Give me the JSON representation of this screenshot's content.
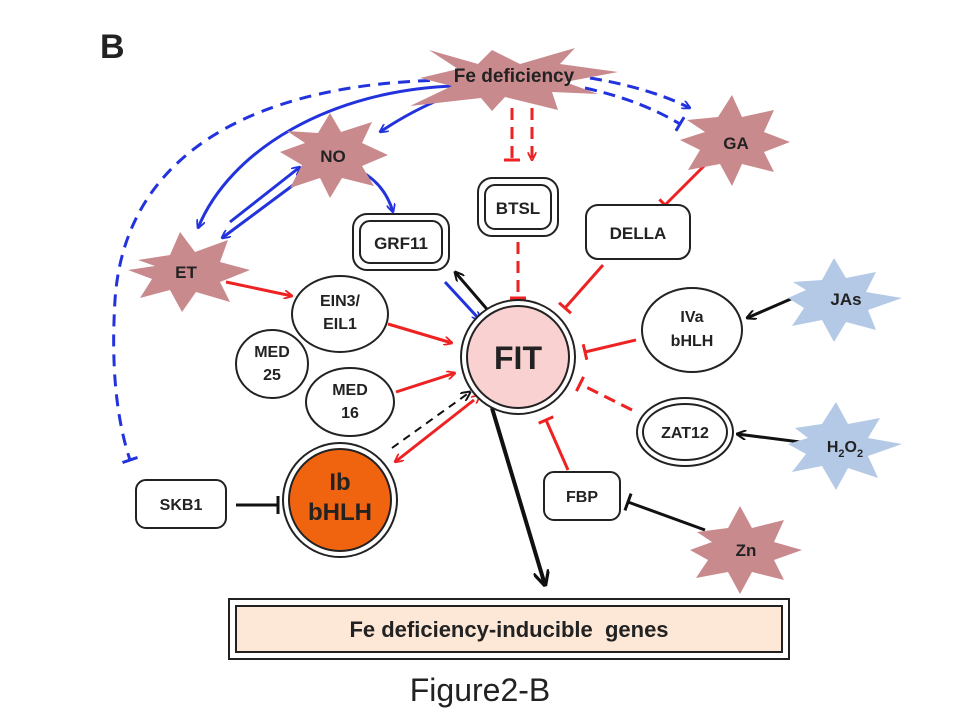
{
  "panel_label": "B",
  "caption": "Figure2-B",
  "signals": {
    "fe_deficiency": "Fe deficiency",
    "no": "NO",
    "et": "ET",
    "ga": "GA",
    "jas": "JAs",
    "h2o2_main": "H",
    "h2o2_sub1": "2",
    "h2o2_mid": "O",
    "h2o2_sub2": "2",
    "zn": "Zn"
  },
  "nodes": {
    "btsl": "BTSL",
    "grf11": "GRF11",
    "della": "DELLA",
    "ein3_line1": "EIN3/",
    "ein3_line2": "EIL1",
    "med25_line1": "MED",
    "med25_line2": "25",
    "med16_line1": "MED",
    "med16_line2": "16",
    "fit": "FIT",
    "iva_line1": "IVa",
    "iva_line2": "bHLH",
    "zat12": "ZAT12",
    "fbp": "FBP",
    "skb1": "SKB1",
    "ib_line1": "Ib",
    "ib_line2": "bHLH"
  },
  "output": "Fe deficiency-inducible  genes",
  "colors": {
    "activation_red": "#ee2222",
    "activation_blue": "#2233dd",
    "black": "#111111",
    "starburst_pink": "#c98a8e",
    "starburst_blue": "#b3c9e6",
    "fit_fill": "#f9d1d1",
    "ib_fill": "#f06410",
    "output_fill": "#fde7d6"
  }
}
